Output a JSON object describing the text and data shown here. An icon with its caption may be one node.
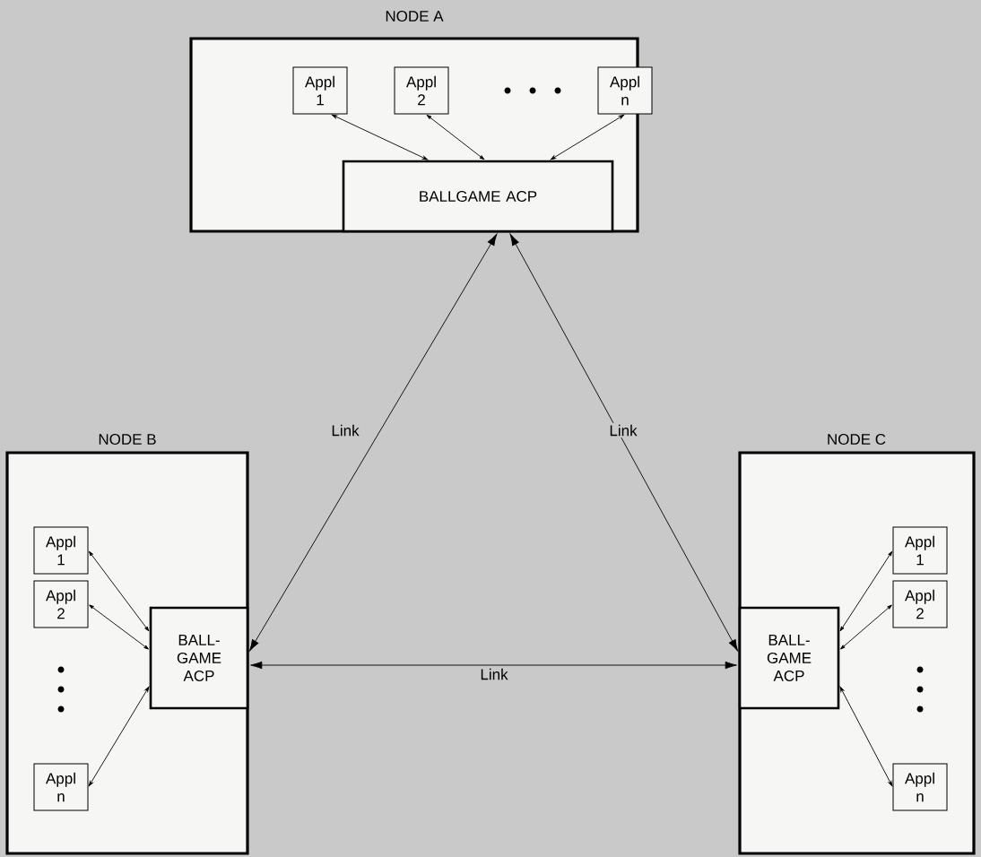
{
  "diagram": {
    "nodes": [
      {
        "text": [
          "NODE A"
        ]
      },
      {
        "text": [
          "Appl 1"
        ],
        "in": 0
      },
      {
        "text": [
          "Appl 2"
        ],
        "in": 0
      },
      {
        "text": [
          "Appl n"
        ],
        "in": 0
      },
      {
        "text": [
          "BALLGAME ACP"
        ],
        "in": 0
      },
      {
        "text": [
          "NODE B"
        ]
      },
      {
        "text": [
          "Appl 1"
        ],
        "in": 5
      },
      {
        "text": [
          "Appl 2"
        ],
        "in": 5
      },
      {
        "text": [
          "Appl n"
        ],
        "in": 5
      },
      {
        "text": [
          "BALL- GAME ACP"
        ],
        "in": 5
      },
      {
        "text": [
          "NODE C"
        ]
      },
      {
        "text": [
          "BALL- GAME ACP"
        ],
        "in": 10
      },
      {
        "text": [
          "Appl 1"
        ],
        "in": 10
      },
      {
        "text": [
          "Appl 2"
        ],
        "in": 10
      },
      {
        "text": [
          "Appl n"
        ],
        "in": 10
      }
    ],
    "edges": [
      {
        "from": 1,
        "to": 4,
        "arrow": "both"
      },
      {
        "from": 2,
        "to": 4,
        "arrow": "both"
      },
      {
        "from": 3,
        "to": 4,
        "arrow": "both"
      },
      {
        "from": 4,
        "to": 9,
        "arrow": "both",
        "label": "Link"
      },
      {
        "from": 4,
        "to": 11,
        "arrow": "both",
        "label": "Link"
      },
      {
        "from": 9,
        "to": 11,
        "arrow": "both",
        "label": "Link"
      },
      {
        "from": 6,
        "to": 9,
        "arrow": "both"
      },
      {
        "from": 7,
        "to": 9,
        "arrow": "both"
      },
      {
        "from": 8,
        "to": 9,
        "arrow": "both"
      },
      {
        "from": 11,
        "to": 12,
        "arrow": "both"
      },
      {
        "from": 11,
        "to": 13,
        "arrow": "both"
      },
      {
        "from": 11,
        "to": 14,
        "arrow": "both"
      }
    ]
  }
}
